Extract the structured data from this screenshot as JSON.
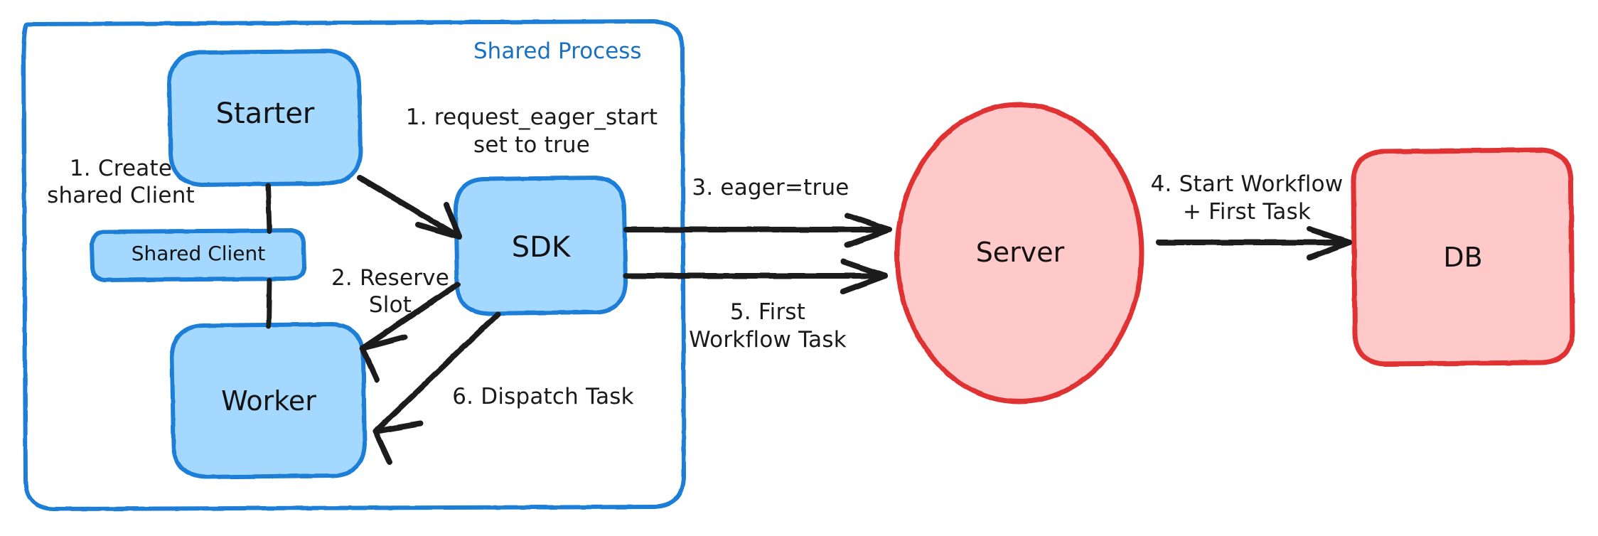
{
  "diagram": {
    "title": "Eager Workflow Start sequence",
    "type": "flow-diagram",
    "colors": {
      "blue_stroke": "#1c7ed6",
      "blue_fill": "#a5d8ff",
      "blue_text": "#1971c2",
      "red_stroke": "#e03131",
      "red_fill": "#ffc9c9",
      "arrow": "#1e1e1e",
      "background": "#ffffff"
    },
    "groups": [
      {
        "id": "shared-process",
        "label": "Shared Process",
        "style": "rounded-rect",
        "color": "blue"
      }
    ],
    "nodes": [
      {
        "id": "starter",
        "label": "Starter",
        "shape": "rounded-rect",
        "color": "blue",
        "group": "shared-process"
      },
      {
        "id": "shared-client",
        "label": "Shared Client",
        "shape": "rounded-rect",
        "color": "blue",
        "group": "shared-process"
      },
      {
        "id": "worker",
        "label": "Worker",
        "shape": "rounded-rect",
        "color": "blue",
        "group": "shared-process"
      },
      {
        "id": "sdk",
        "label": "SDK",
        "shape": "rounded-rect",
        "color": "blue",
        "group": "shared-process"
      },
      {
        "id": "server",
        "label": "Server",
        "shape": "ellipse",
        "color": "red",
        "group": null
      },
      {
        "id": "db",
        "label": "DB",
        "shape": "rounded-rect",
        "color": "red",
        "group": null
      }
    ],
    "edges": [
      {
        "id": "e-starter-client",
        "from": "starter",
        "to": "shared-client",
        "label": "1. Create\nshared Client",
        "arrowhead": false
      },
      {
        "id": "e-client-worker",
        "from": "shared-client",
        "to": "worker",
        "label": "",
        "arrowhead": false
      },
      {
        "id": "e-starter-sdk",
        "from": "starter",
        "to": "sdk",
        "label": "1. request_eager_start\nset to true",
        "arrowhead": true
      },
      {
        "id": "e-sdk-worker-1",
        "from": "sdk",
        "to": "worker",
        "label": "2. Reserve\nSlot",
        "arrowhead": true
      },
      {
        "id": "e-sdk-server-1",
        "from": "sdk",
        "to": "server",
        "label": "3. eager=true",
        "arrowhead": true
      },
      {
        "id": "e-server-db",
        "from": "server",
        "to": "db",
        "label": "4. Start Workflow\n+ First Task",
        "arrowhead": true
      },
      {
        "id": "e-server-sdk",
        "from": "server",
        "to": "sdk",
        "label": "5. First\nWorkflow Task",
        "arrowhead": true
      },
      {
        "id": "e-sdk-worker-2",
        "from": "sdk",
        "to": "worker",
        "label": "6. Dispatch Task",
        "arrowhead": true
      }
    ],
    "labels": {
      "shared_process": "Shared Process",
      "starter": "Starter",
      "shared_client": "Shared Client",
      "worker": "Worker",
      "sdk": "SDK",
      "server": "Server",
      "db": "DB",
      "step1_create_l1": "1. Create",
      "step1_create_l2": "shared Client",
      "step1_eager_l1": "1. request_eager_start",
      "step1_eager_l2": "set to true",
      "step2_l1": "2. Reserve",
      "step2_l2": "Slot",
      "step3": "3. eager=true",
      "step4_l1": "4. Start Workflow",
      "step4_l2": "+ First Task",
      "step5_l1": "5. First",
      "step5_l2": "Workflow Task",
      "step6": "6. Dispatch Task"
    }
  }
}
